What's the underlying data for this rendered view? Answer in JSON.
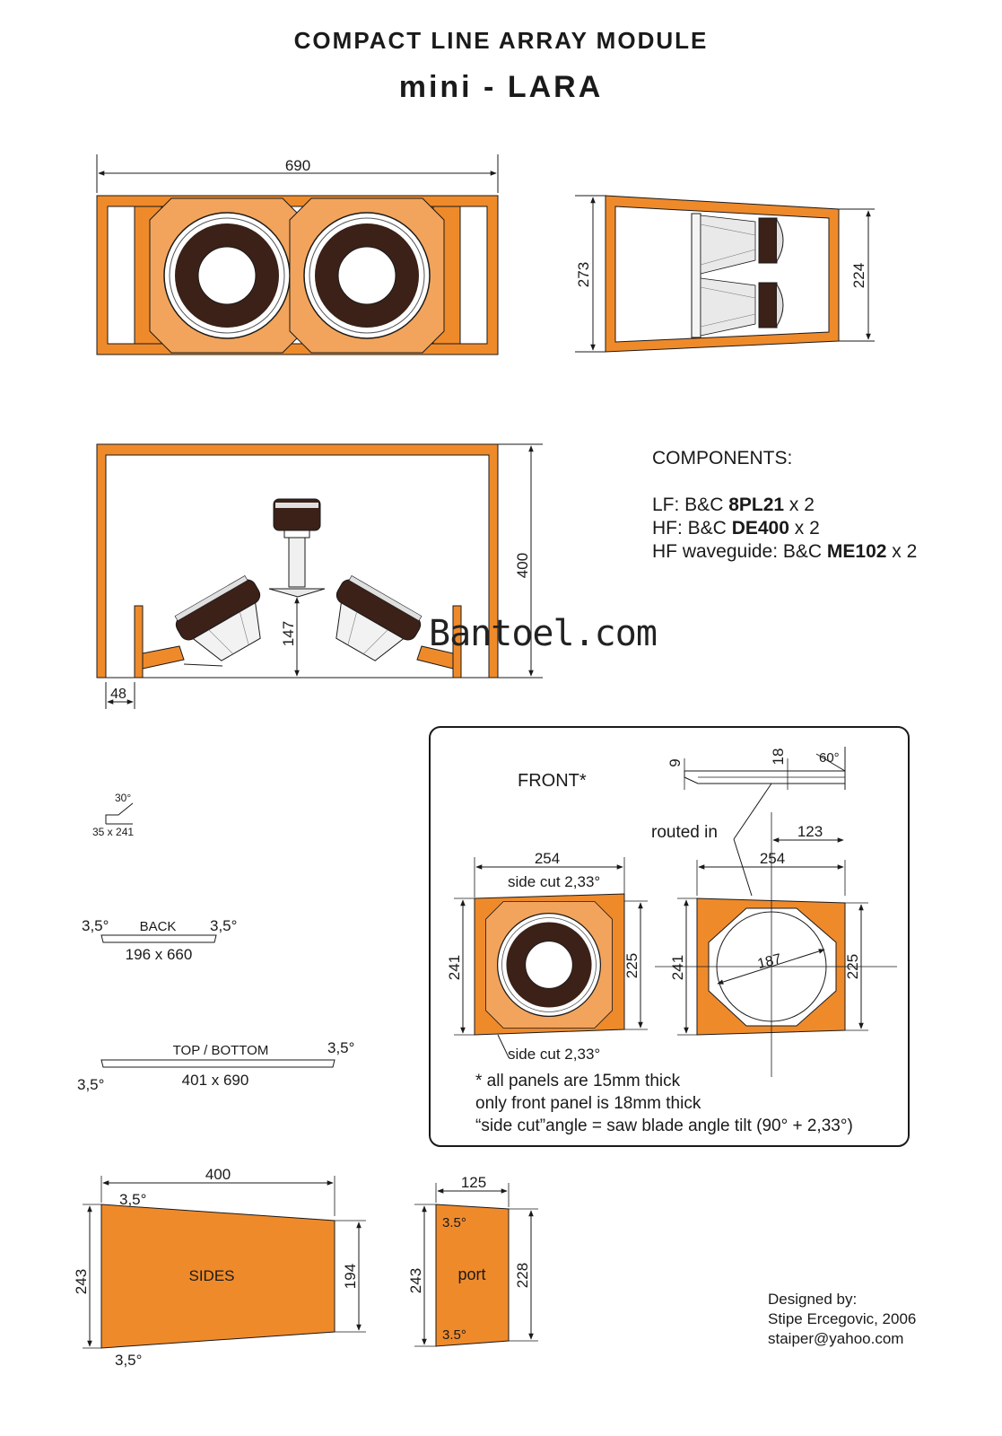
{
  "title": "COMPACT LINE ARRAY MODULE",
  "subtitle": "mini - LARA",
  "colors": {
    "wood": "#ef8a2b",
    "line": "#1a1a1a",
    "driver_dark": "#3b2118"
  },
  "front_view": {
    "width_dim": "690"
  },
  "side_view": {
    "front_height_dim": "273",
    "back_height_dim": "224"
  },
  "section_view": {
    "height_dim": "400",
    "waveguide_height_dim": "147",
    "offset_dim": "48"
  },
  "components": {
    "heading": "COMPONENTS:",
    "lf_prefix": "LF: B&C ",
    "lf_model": "8PL21",
    "lf_qty": " x 2",
    "hf_prefix": "HF: B&C ",
    "hf_model": "DE400",
    "hf_qty": " x 2",
    "wg_prefix": "HF waveguide: B&C ",
    "wg_model": "ME102",
    "wg_qty": " x 2"
  },
  "watermark": "Bantoel.com",
  "small_part": {
    "angle": "30°",
    "size": "35 x 241"
  },
  "back_panel": {
    "label": "BACK",
    "angle_left": "3,5°",
    "angle_right": "3,5°",
    "size": "196 x 660"
  },
  "top_bottom_panel": {
    "label": "TOP / BOTTOM",
    "angle_left": "3,5°",
    "angle_right": "3,5°",
    "size": "401 x 690"
  },
  "front_detail": {
    "label": "FRONT*",
    "dim_9": "9",
    "dim_18": "18",
    "angle_60": "60°",
    "routed_in": "routed in",
    "dim_123": "123",
    "left_width": "254",
    "right_width": "254",
    "side_cut_top": "side cut 2,33°",
    "side_cut_bottom": "side cut 2,33°",
    "left_h_outer": "241",
    "left_h_inner": "225",
    "right_h_outer": "241",
    "right_h_inner": "225",
    "cutout_dia": "187",
    "note1": "* all panels are 15mm thick",
    "note2": "only front panel is 18mm thick",
    "note3": "“side cut”angle = saw blade angle tilt (90° + 2,33°)"
  },
  "sides_panel": {
    "label": "SIDES",
    "width_dim": "400",
    "left_h": "243",
    "right_h": "194",
    "angle_top": "3,5°",
    "angle_bottom": "3,5°"
  },
  "port_panel": {
    "label": "port",
    "width_dim": "125",
    "left_h": "243",
    "right_h": "228",
    "angle_top": "3.5°",
    "angle_bottom": "3.5°"
  },
  "credits": {
    "line1": "Designed by:",
    "line2": "Stipe Ercegovic, 2006",
    "line3": "staiper@yahoo.com"
  }
}
